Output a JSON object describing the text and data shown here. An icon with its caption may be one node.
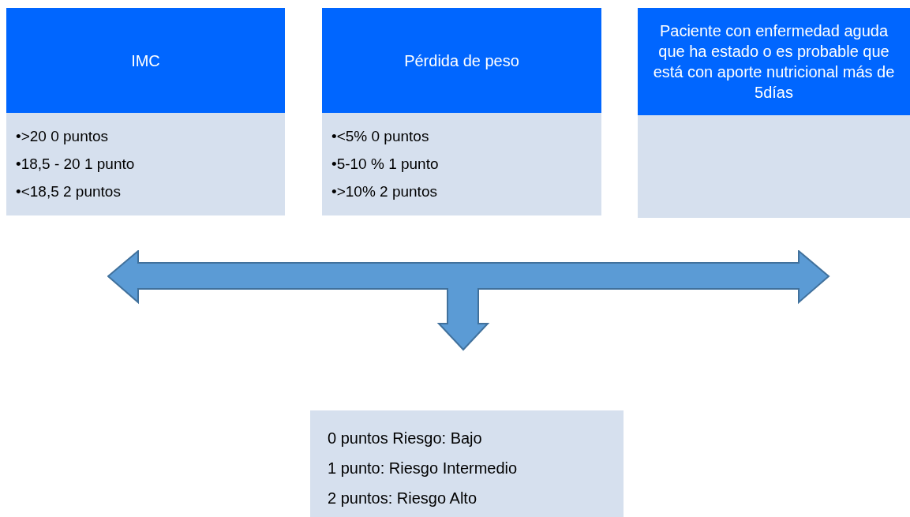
{
  "diagram": {
    "nodes": [
      {
        "text": [
          "IMC",
          "•>20 0 puntos",
          "•18,5 - 20 1 punto",
          "•<18,5 2 puntos"
        ]
      },
      {
        "text": [
          "Pérdida de peso",
          "•<5% 0 puntos",
          "•5-10 % 1 punto",
          "•>10% 2 puntos"
        ]
      },
      {
        "text": [
          "Paciente con enfermedad aguda que ha estado o es probable que está con aporte nutricional más de 5días"
        ]
      },
      {
        "text": [],
        "shape": "arrow"
      },
      {
        "text": [
          "0 puntos Riesgo: Bajo",
          "1 punto: Riesgo Intermedio",
          "2 puntos: Riesgo Alto"
        ]
      }
    ]
  }
}
